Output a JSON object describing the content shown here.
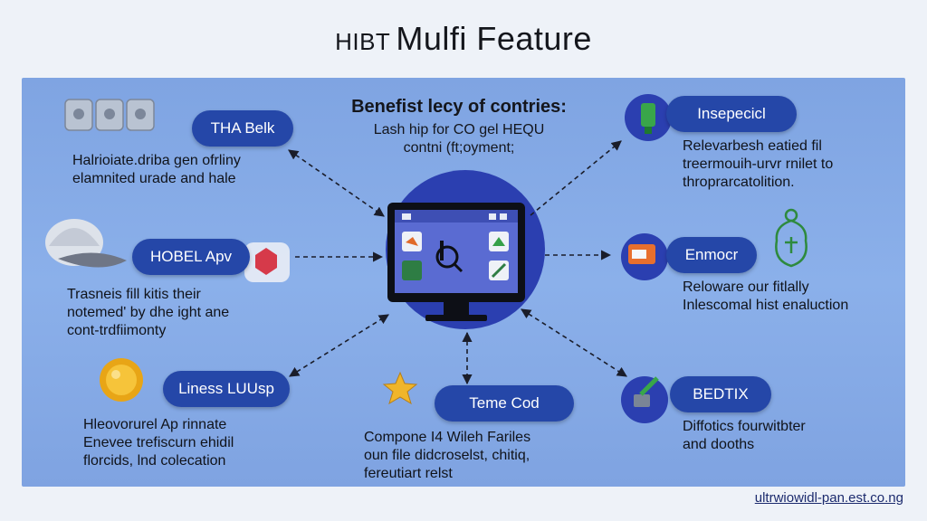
{
  "title": {
    "prefix": "HIBT",
    "main": "Mulfi Feature"
  },
  "center": {
    "heading": "Benefist lecy of contries:",
    "sub_lines": [
      "Lash hip for CO gel HEQU",
      "contni (ft;oyment;"
    ]
  },
  "left_top": {
    "pill": "THA Belk",
    "lines": [
      "Halrioiate.driba gen ofrliny",
      "elamnited urade and hale"
    ]
  },
  "left_mid": {
    "pill": "HOBEL Apv",
    "lines": [
      "Trasneis fill kitis their",
      "notemed' by dhe ight ane",
      "cont-trdfiimonty"
    ]
  },
  "left_bot": {
    "pill": "Liness LUUsp",
    "lines": [
      "Hleovorurel Ap rinnate",
      "Enevee trefiscurn ehidil",
      "florcids, lnd colecation"
    ]
  },
  "center_bot": {
    "pill": "Teme Cod",
    "lines": [
      "Compone I4 Wileh Fariles",
      "oun file didcroselst, chitiq,",
      "fereutiart relst"
    ]
  },
  "right_top": {
    "pill": "Insepecicl",
    "lines": [
      "Relevarbesh eatied fil",
      "treermouih-urvr rnilet to",
      "throprarcatolition."
    ]
  },
  "right_mid": {
    "pill": "Enmocr",
    "lines": [
      "Reloware our fitlally",
      "Inlescomal hist enaluction"
    ]
  },
  "right_bot": {
    "pill": "BEDTIX",
    "lines": [
      "Diffotics fourwitbter",
      "and dooths"
    ]
  },
  "footer": "ultrwiowidl-pan.est.co.ng",
  "colors": {
    "panel": "#84a8e6",
    "pill": "#2547a8",
    "hub": "#2b3fb0",
    "arrow": "#1a1d2a"
  }
}
